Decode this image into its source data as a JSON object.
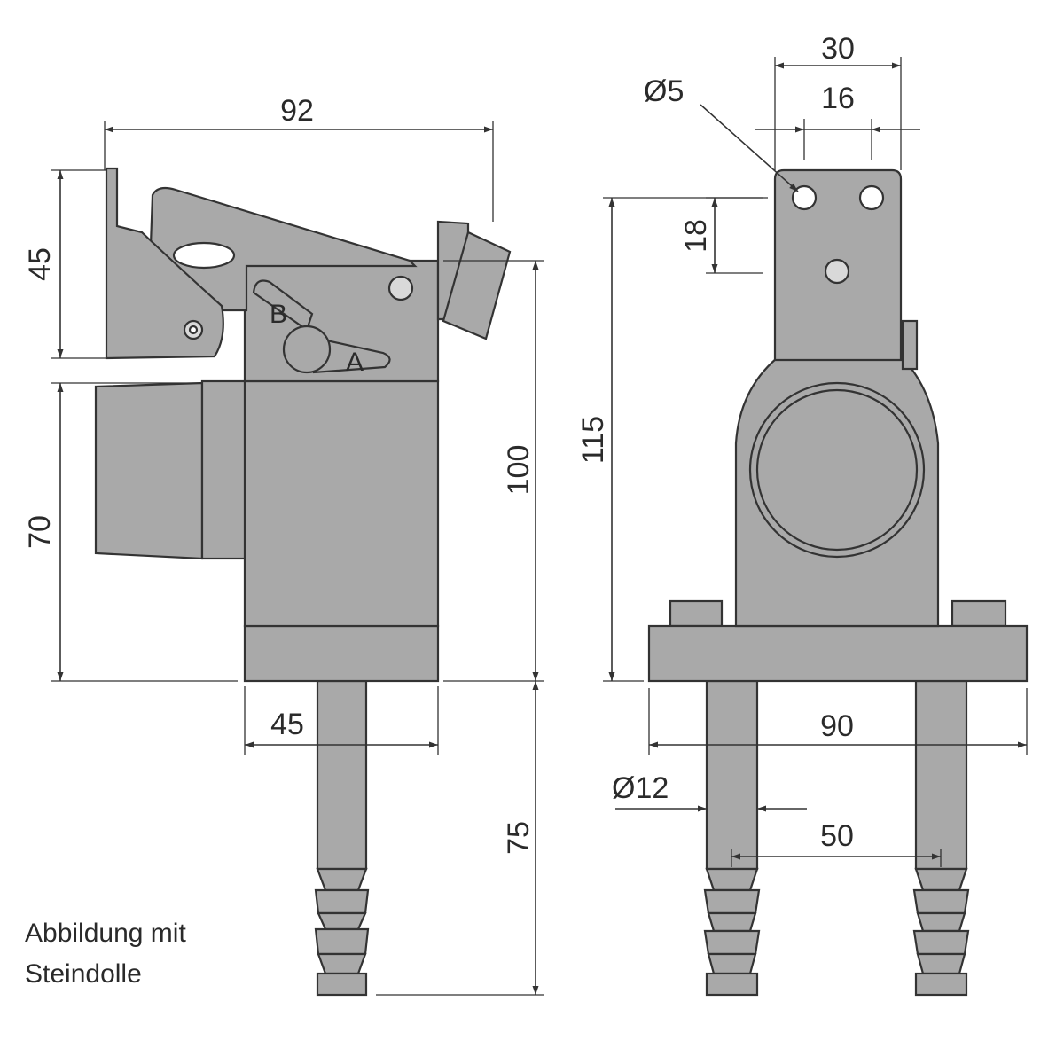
{
  "dimensions": {
    "side_width": "92",
    "side_lever_height": "45",
    "side_sleeve_height": "70",
    "side_body_height": "100",
    "side_base_width": "45",
    "side_pin_length": "75",
    "front_top_width": "30",
    "front_hole_spacing": "16",
    "front_hole_diameter": "Ø5",
    "front_hole_drop": "18",
    "front_height": "115",
    "front_base_width": "90",
    "front_pin_diameter": "Ø12",
    "front_pin_spacing": "50"
  },
  "markings": {
    "lever_a": "A",
    "lever_b": "B"
  },
  "caption": {
    "line1": "Abbildung mit",
    "line2": "Steindolle"
  },
  "colors": {
    "part_fill": "#a9a9a9",
    "line": "#333333",
    "background": "#ffffff"
  }
}
